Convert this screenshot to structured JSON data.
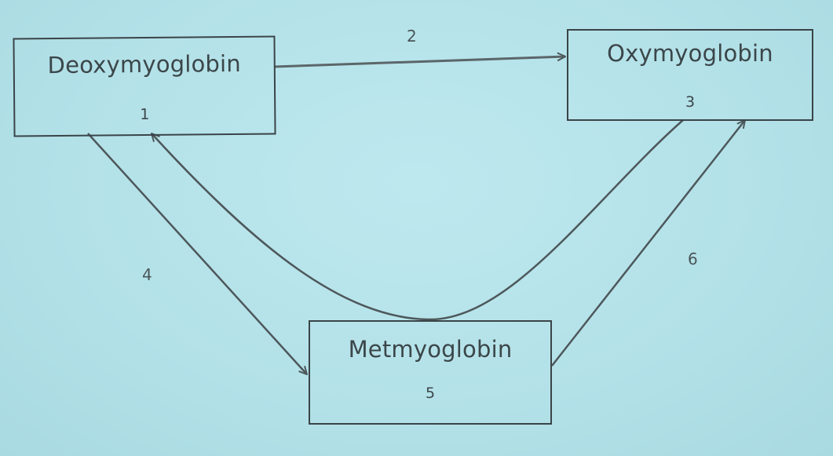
{
  "diagram": {
    "type": "flow",
    "colors": {
      "background": "#b5e3e9",
      "stroke": "#3a4448",
      "text": "#3b4649"
    },
    "nodes": [
      {
        "id": "deoxy",
        "label": "Deoxymyoglobin",
        "number": "1"
      },
      {
        "id": "oxy",
        "label": "Oxymyoglobin",
        "number": "3"
      },
      {
        "id": "met",
        "label": "Metmyoglobin",
        "number": "5"
      }
    ],
    "edges": [
      {
        "id": "e2",
        "from": "deoxy",
        "to": "oxy",
        "label": "2",
        "shape": "straight"
      },
      {
        "id": "e4",
        "from": "deoxy",
        "to": "met",
        "label": "4",
        "shape": "straight"
      },
      {
        "id": "e_curve",
        "from": "oxy",
        "to": "deoxy",
        "label": "",
        "shape": "curved, dipping down to touch top of Metmyoglobin"
      },
      {
        "id": "e6",
        "from": "met",
        "to": "oxy",
        "label": "6",
        "shape": "straight"
      }
    ]
  }
}
